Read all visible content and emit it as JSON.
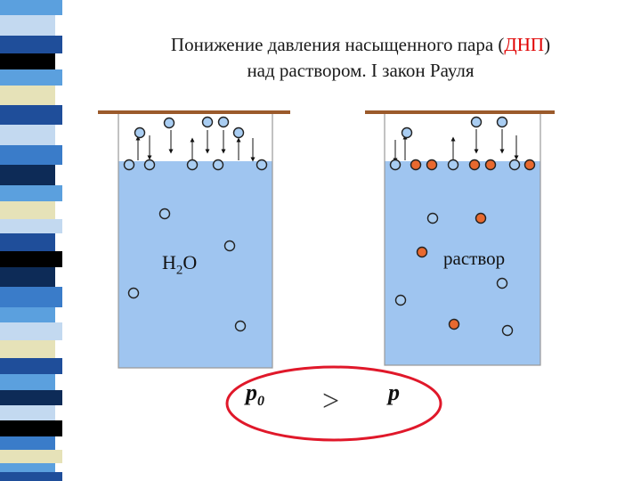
{
  "title": {
    "line1_before": "Понижение давления насыщенного пара (",
    "line1_highlight": "ДНП",
    "line1_after": ")",
    "line2": "над  раствором. I закон Рауля"
  },
  "labels": {
    "water_formula_h": "H",
    "water_formula_sub": "2",
    "water_formula_o": "O",
    "solution": "раствор",
    "p0_main": "p",
    "p0_sub": "0",
    "comparison": ">",
    "p": "p"
  },
  "colors": {
    "liquid": "#9fc5f0",
    "lid": "#9b5a2b",
    "solvent_molecule": "#a9cdf2",
    "solute_molecule": "#e8692f",
    "ellipse": "#e0182a",
    "glass": "#9a9a9a",
    "stripe_palette": [
      "#1f4e9a",
      "#5ba0de",
      "#c3d9f0",
      "#0d2b57",
      "#e6e2b8",
      "#000000",
      "#3a7cc9"
    ]
  }
}
